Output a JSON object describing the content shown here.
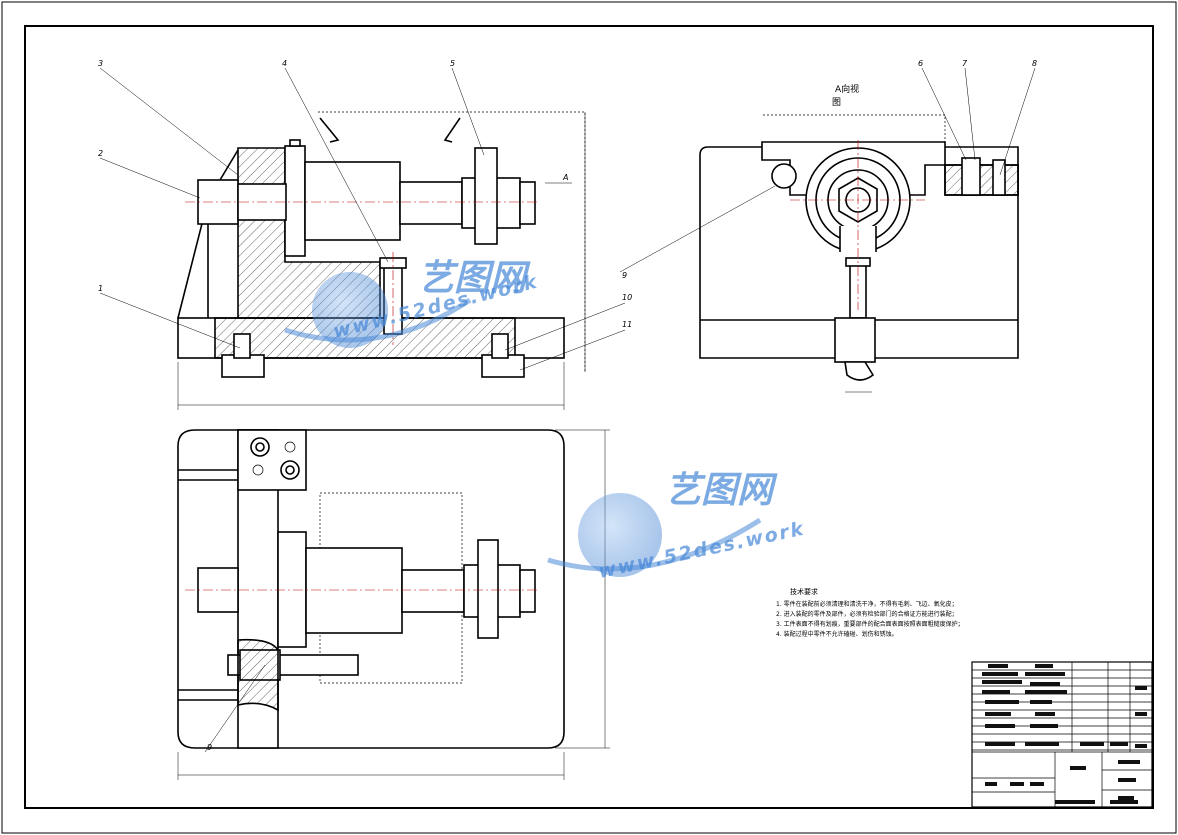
{
  "drawing": {
    "view_title_line1": "A向视",
    "view_title_line2": "图",
    "section_marker": "A",
    "balloons": [
      "1",
      "2",
      "3",
      "4",
      "5",
      "6",
      "7",
      "8",
      "9",
      "10",
      "11"
    ],
    "bottom_balloon": "9"
  },
  "watermark": {
    "brand": "艺图网",
    "url": "www.52des.work"
  },
  "technical_requirements": {
    "title": "技术要求",
    "items": [
      "1. 零件在装配前必须清理和清洗干净，不得有毛刺、飞边、氧化皮；",
      "2. 进入装配的零件及部件，必须有检验部门的合格证方能进行装配；",
      "3. 工件表面不得有划痕，重要部件的配合面表面按照表面粗糙度保护；",
      "4. 装配过程中零件不允许磕碰、划伤和锈蚀。"
    ]
  },
  "colors": {
    "line": "#000000",
    "centerline": "#bb0000",
    "watermark": "#4a8ad8"
  }
}
